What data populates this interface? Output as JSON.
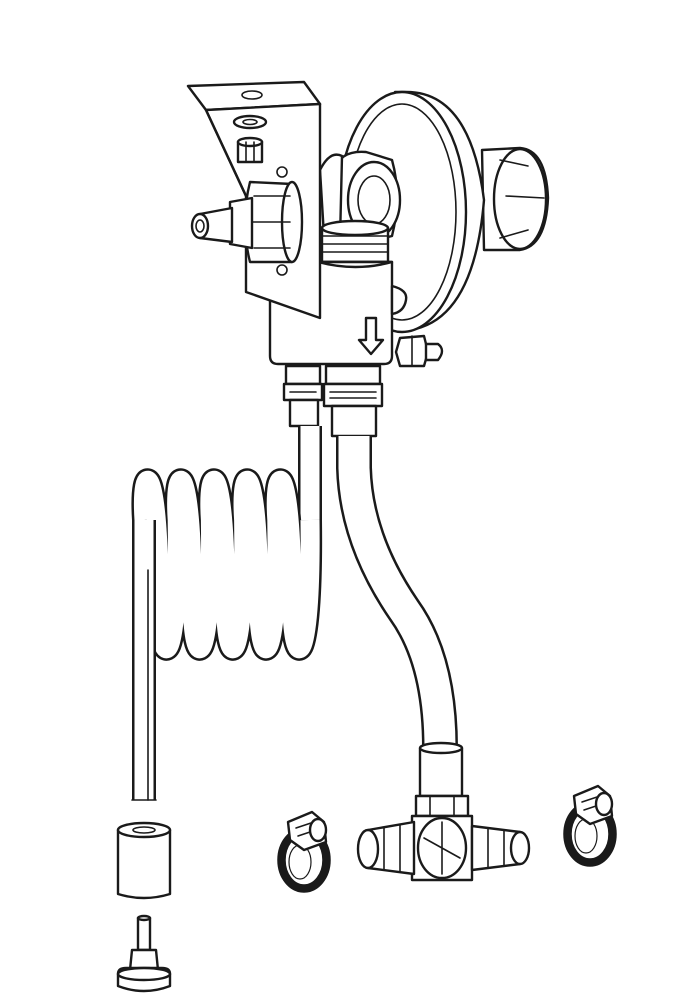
{
  "drawing": {
    "style": "black line art exploded-view illustration on white background",
    "line_color": "#1a1a1a",
    "background_color": "#ffffff",
    "flow_arrow_direction": "down",
    "coil_turns": 5
  }
}
